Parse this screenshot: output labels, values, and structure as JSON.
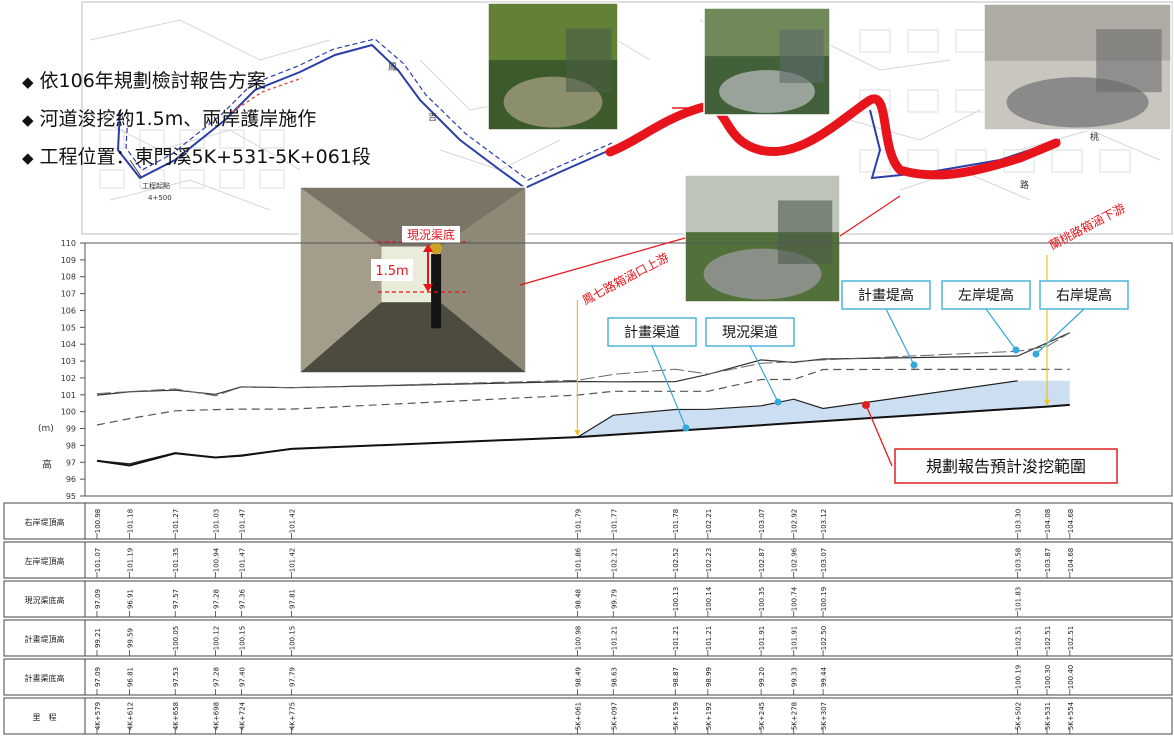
{
  "bullets": [
    "依106年規劃檢討報告方案",
    "河道浚挖約1.5m、兩岸護岸施作",
    "工程位置：東門溪5K+531-5K+061段"
  ],
  "map_labels": {
    "start_label": "工程起點",
    "start_station": "4+500",
    "road_labels": [
      "鳳",
      "吉",
      "桃",
      "路"
    ]
  },
  "photo_annotations": {
    "channel_bottom": "現況渠底",
    "depth": "1.5m"
  },
  "callouts": {
    "upstream": "鳳七路箱涵口上游",
    "downstream": "蘭桃路箱涵下游",
    "planned_channel": "計畫渠道",
    "current_channel": "現況渠道",
    "planned_levee": "計畫堤高",
    "left_levee": "左岸堤高",
    "right_levee": "右岸堤高",
    "dredge_range": "規劃報告預計浚挖範圍"
  },
  "colors": {
    "route_red": "#e8141b",
    "callout_border": "#35a9d9",
    "callout_red": "#e02020",
    "dredge_fill": "#c9dcf0",
    "guide_yellow": "#f0c020"
  },
  "chart_data": {
    "type": "line",
    "title": "",
    "xlabel": "",
    "ylabel": "(m)   高",
    "ylim": [
      95,
      110
    ],
    "yticks": [
      95,
      96,
      97,
      98,
      99,
      100,
      101,
      102,
      103,
      104,
      105,
      106,
      107,
      108,
      109,
      110
    ],
    "stations": [
      "4K+579",
      "4K+612",
      "4K+658",
      "4K+698",
      "4K+724",
      "4K+775",
      "5K+061",
      "5K+097",
      "5K+159",
      "5K+192",
      "5K+245",
      "5K+278",
      "5K+307",
      "5K+502",
      "5K+531",
      "5K+554"
    ],
    "rows": [
      {
        "name": "右岸堤頂高",
        "values": [
          "100.98",
          "101.18",
          "101.27",
          "101.03",
          "101.47",
          "101.42",
          "101.79",
          "101.77",
          "101.78",
          "102.21",
          "103.07",
          "102.92",
          "103.12",
          "103.30",
          "104.08",
          "104.68"
        ]
      },
      {
        "name": "左岸堤頂高",
        "values": [
          "101.07",
          "101.19",
          "101.35",
          "100.94",
          "101.47",
          "101.42",
          "101.86",
          "102.21",
          "102.52",
          "102.23",
          "102.87",
          "102.96",
          "103.07",
          "103.58",
          "103.87",
          "104.68"
        ]
      },
      {
        "name": "現況渠底高",
        "values": [
          "97.09",
          "96.91",
          "97.57",
          "97.28",
          "97.36",
          "97.81",
          "98.48",
          "99.79",
          "100.13",
          "100.14",
          "100.35",
          "100.74",
          "100.19",
          "101.83",
          "",
          ""
        ]
      },
      {
        "name": "計畫堤頂高",
        "values": [
          "99.21",
          "99.59",
          "100.05",
          "100.12",
          "100.15",
          "100.15",
          "100.98",
          "101.21",
          "101.21",
          "101.21",
          "101.91",
          "101.91",
          "102.50",
          "102.51",
          "102.51",
          "102.51"
        ]
      },
      {
        "name": "計畫渠底高",
        "values": [
          "97.09",
          "96.81",
          "97.53",
          "97.28",
          "97.40",
          "97.79",
          "98.49",
          "98.63",
          "98.87",
          "98.99",
          "99.20",
          "99.33",
          "99.44",
          "100.19",
          "100.30",
          "100.40"
        ]
      },
      {
        "name": "里　程",
        "values": [
          "4K+579",
          "4K+612",
          "4K+658",
          "4K+698",
          "4K+724",
          "4K+775",
          "5K+061",
          "5K+097",
          "5K+159",
          "5K+192",
          "5K+245",
          "5K+278",
          "5K+307",
          "5K+502",
          "5K+531",
          "5K+554"
        ]
      }
    ]
  }
}
